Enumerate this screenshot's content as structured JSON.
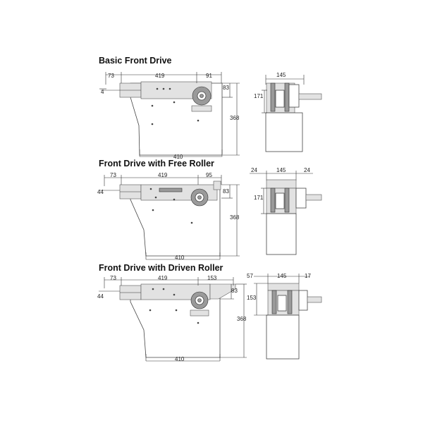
{
  "sections": [
    {
      "title": "Basic Front Drive",
      "dims": {
        "left": "73",
        "top": "419",
        "right": "91",
        "offset": "4",
        "height_small": "83",
        "height_total": "368",
        "width_bottom": "410",
        "side_top": "145",
        "side_height": "171"
      }
    },
    {
      "title": "Front Drive with Free Roller",
      "dims": {
        "left": "73",
        "top": "419",
        "right": "95",
        "offset": "44",
        "height_small": "83",
        "height_total": "368",
        "width_bottom": "410",
        "side_top": "145",
        "side_height": "171",
        "side_left": "24",
        "side_right": "24"
      }
    },
    {
      "title": "Front Drive with Driven Roller",
      "dims": {
        "left": "73",
        "top": "419",
        "right": "153",
        "offset": "44",
        "height_small": "83",
        "height_total": "368",
        "width_bottom": "410",
        "side_top": "145",
        "side_height": "153",
        "side_left": "57",
        "side_right": "17"
      }
    }
  ]
}
